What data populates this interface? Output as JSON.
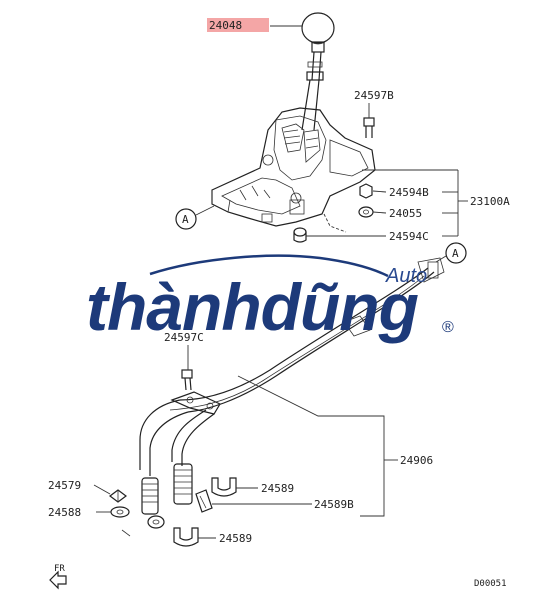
{
  "labels": {
    "p24048": "24048",
    "p24597B": "24597B",
    "p24594B": "24594B",
    "p24055": "24055",
    "p24594C": "24594C",
    "p23100A": "23100A",
    "p24597C": "24597C",
    "p24906": "24906",
    "p24579": "24579",
    "p24588": "24588",
    "p24589_top": "24589",
    "p24589B": "24589B",
    "p24589_bottom": "24589",
    "ref_a_left": "A",
    "ref_a_right": "A",
    "fr": "FR",
    "diagram_code": "D00051"
  },
  "watermark": {
    "brand": "thànhdũng",
    "sub": "Auto",
    "reg": "®"
  },
  "colors": {
    "highlight": "#f4a6a6",
    "brand_blue": "#1d3a7a"
  }
}
